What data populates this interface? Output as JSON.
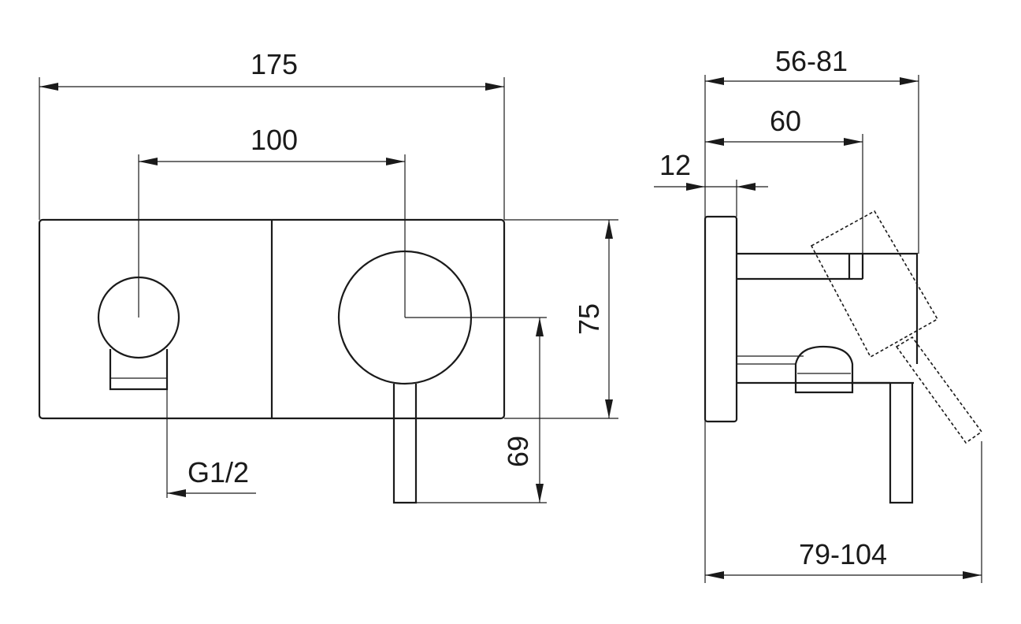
{
  "dimensions": {
    "front_width": "175",
    "front_spacing": "100",
    "front_height": "75",
    "lever_length": "69",
    "connection_thread": "G1/2",
    "side_depth_range": "56-81",
    "side_body_depth": "60",
    "side_plate_thickness": "12",
    "side_total_depth_range": "79-104"
  },
  "colors": {
    "line": "#1a1a1a",
    "background": "#ffffff"
  }
}
